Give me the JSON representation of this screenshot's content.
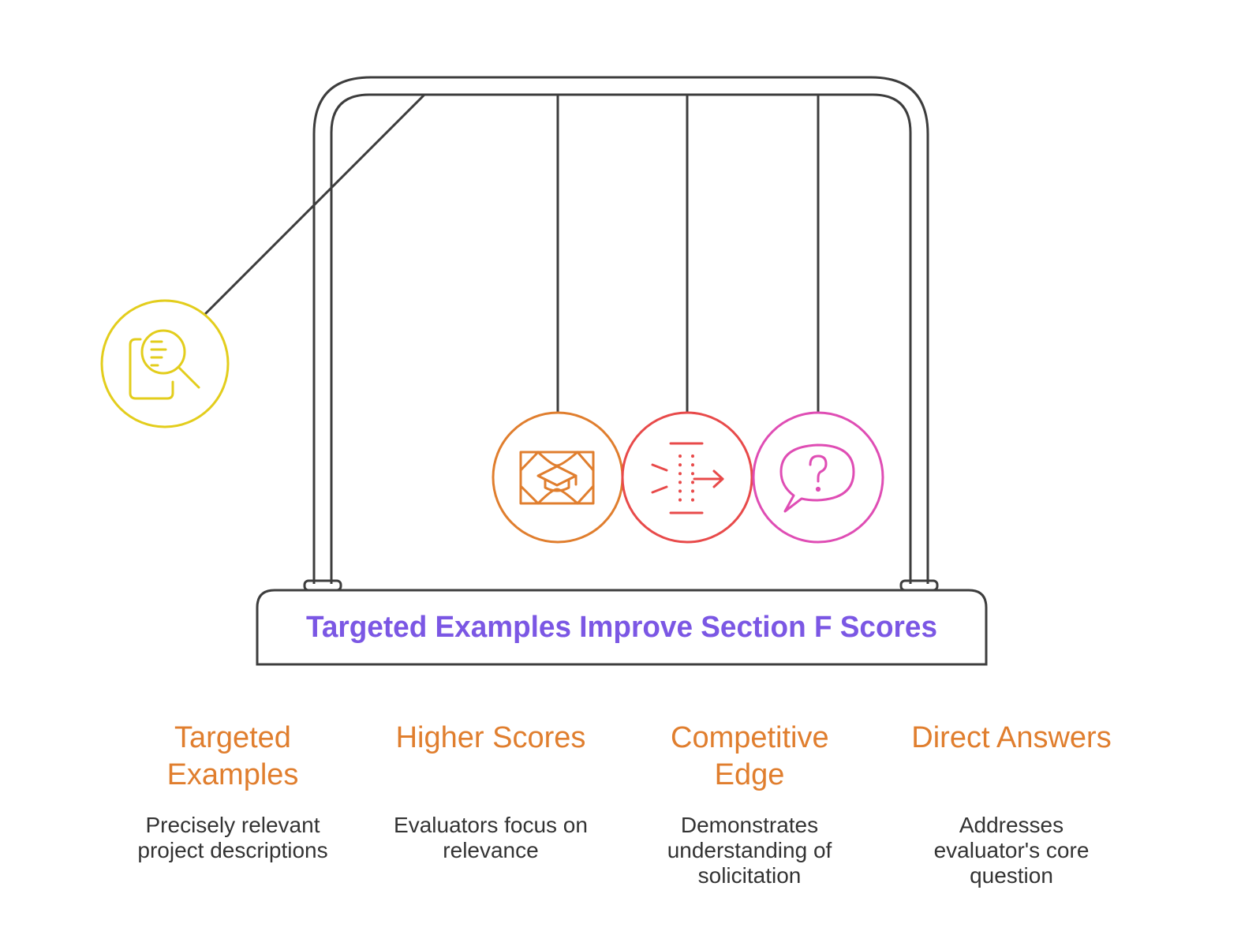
{
  "title": "Targeted Examples Improve Section F Scores",
  "colors": {
    "frame": "#3d3d3d",
    "title": "#7B57E4",
    "heading": "#E07E2E",
    "body": "#333333",
    "ball_yellow": "#E3CD1C",
    "ball_orange": "#E07E2E",
    "ball_red": "#E84A4A",
    "ball_pink": "#DF4DB4"
  },
  "balls": [
    {
      "icon": "document-search-icon",
      "color": "#E3CD1C"
    },
    {
      "icon": "graduation-cap-icon",
      "color": "#E07E2E"
    },
    {
      "icon": "filter-arrow-icon",
      "color": "#E84A4A"
    },
    {
      "icon": "question-bubble-icon",
      "color": "#DF4DB4"
    }
  ],
  "items": [
    {
      "title": "Targeted Examples",
      "desc": "Precisely relevant project descriptions"
    },
    {
      "title": "Higher Scores",
      "desc": "Evaluators focus on relevance"
    },
    {
      "title": "Competitive Edge",
      "desc": "Demonstrates understanding of solicitation"
    },
    {
      "title": "Direct Answers",
      "desc": "Addresses evaluator's core question"
    }
  ]
}
